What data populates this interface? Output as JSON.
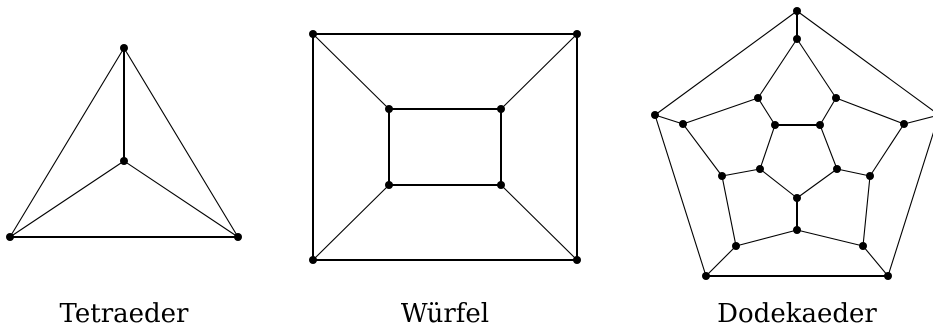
{
  "figures": [
    {
      "id": "tetrahedron",
      "label": "Tetraeder"
    },
    {
      "id": "cube",
      "label": "Würfel"
    },
    {
      "id": "dodecahedron",
      "label": "Dodekaeder"
    }
  ]
}
